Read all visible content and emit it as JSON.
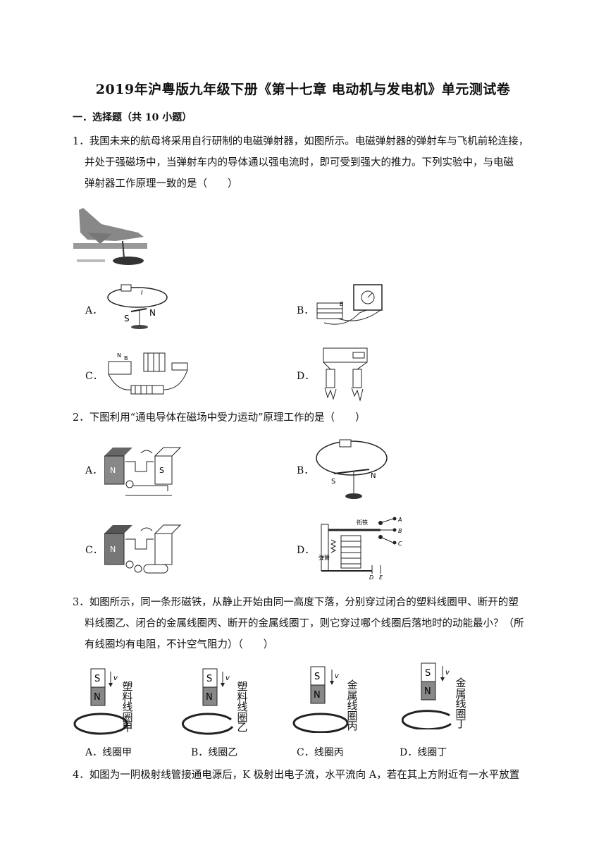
{
  "title": "2019年沪粤版九年级下册《第十七章  电动机与发电机》单元测试卷",
  "section": "一．选择题（共 10 小题）",
  "q1": {
    "line1": "1．我国未来的航母将采用自行研制的电磁弹射器，如图所示。电磁弹射器的弹射车与飞机前轮连接，",
    "line2": "并处于强磁场中，当弹射车内的导体通以强电流时，即可受到强大的推力。下列实验中，与电磁",
    "line3": "弹射器工作原理一致的是（　　）",
    "options": [
      "A．",
      "B．",
      "C．",
      "D．"
    ]
  },
  "q2": {
    "line1": "2．下图利用“通电导体在磁场中受力运动”原理工作的是（　　）",
    "options": [
      "A．",
      "B．",
      "C．",
      "D．"
    ],
    "relay_label": "衔铁",
    "spring_label": "弹簧",
    "terminals": [
      "A",
      "B",
      "C",
      "D",
      "E"
    ]
  },
  "q3": {
    "line1": "3．如图所示，同一条形磁铁，从静止开始由同一高度下落，分别穿过闭合的塑料线圈甲、断开的塑",
    "line2": "料线圈乙、闭合的金属线圈丙、断开的金属线圈丁，则它穿过哪个线圈后落地时的动能最小？（所",
    "line3": "有线圈均有电阻，不计空气阻力）（　　）",
    "coil_labels": [
      "塑料线圈甲",
      "塑料线圈乙",
      "金属线圈丙",
      "金属线圈丁"
    ],
    "options": [
      "A．线圈甲",
      "B．线圈乙",
      "C．线圈丙",
      "D．线圈丁"
    ]
  },
  "q4": {
    "line1": "4．如图为一阴极射线管接通电源后，K 极射出电子流，水平流向 A，若在其上方附近有一水平放置"
  }
}
